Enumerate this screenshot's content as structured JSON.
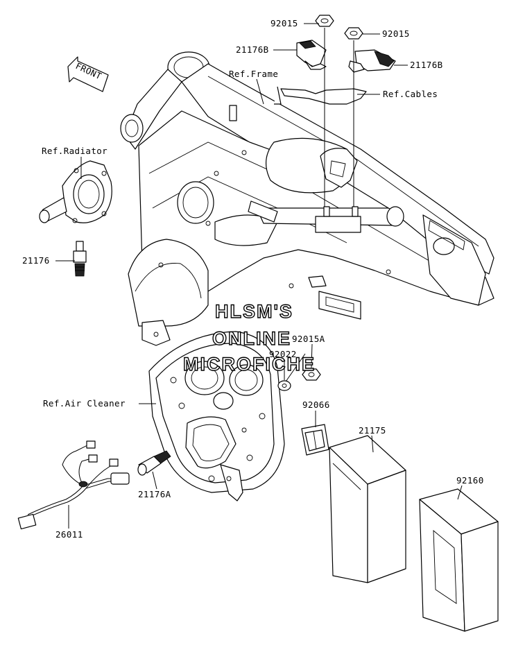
{
  "labels": {
    "p92015_top": "92015",
    "p92015_right": "92015",
    "p21176b_left": "21176B",
    "p21176b_right": "21176B",
    "ref_frame": "Ref.Frame",
    "ref_cables": "Ref.Cables",
    "ref_radiator": "Ref.Radiator",
    "p21176": "21176",
    "p92015a": "92015A",
    "p92022": "92022",
    "ref_air_cleaner": "Ref.Air Cleaner",
    "p92066": "92066",
    "p21175": "21175",
    "p92160": "92160",
    "p21176a": "21176A",
    "p26011": "26011",
    "front": "FRONT"
  },
  "watermark": {
    "line1": "HLSM'S",
    "line2": "ONLINE",
    "line3": "MICROFICHE"
  }
}
